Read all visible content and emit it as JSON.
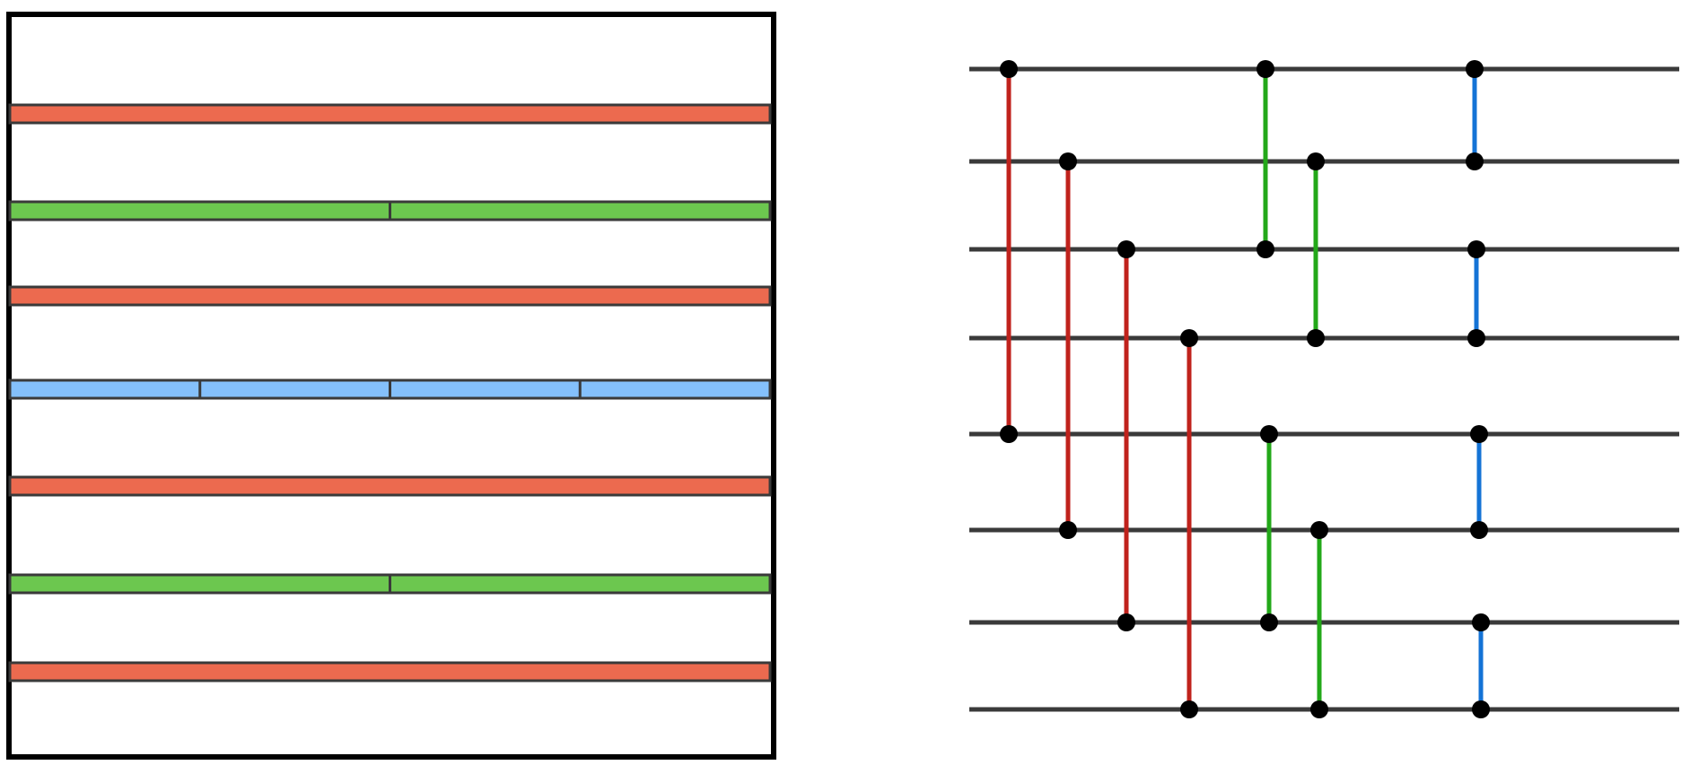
{
  "colors": {
    "frame": "#000000",
    "wire": "#3a3a3a",
    "red_fill": "#ec6a4f",
    "green_fill": "#6cc74f",
    "blue_fill": "#84c0fb",
    "red_link": "#c0221c",
    "green_link": "#23a819",
    "blue_link": "#1473d6",
    "node": "#000000"
  },
  "stripes": [
    {
      "color": "red",
      "segments": 1
    },
    {
      "color": "green",
      "segments": 2
    },
    {
      "color": "red",
      "segments": 1
    },
    {
      "color": "blue",
      "segments": 4
    },
    {
      "color": "red",
      "segments": 1
    },
    {
      "color": "green",
      "segments": 2
    },
    {
      "color": "red",
      "segments": 1
    }
  ],
  "network": {
    "wire_count": 8,
    "connections": [
      {
        "stage": "red",
        "from": 0,
        "to": 4
      },
      {
        "stage": "red",
        "from": 1,
        "to": 5
      },
      {
        "stage": "red",
        "from": 2,
        "to": 6
      },
      {
        "stage": "red",
        "from": 3,
        "to": 7
      },
      {
        "stage": "green",
        "from": 0,
        "to": 2
      },
      {
        "stage": "green",
        "from": 4,
        "to": 6
      },
      {
        "stage": "green",
        "from": 1,
        "to": 3
      },
      {
        "stage": "green",
        "from": 5,
        "to": 7
      },
      {
        "stage": "blue",
        "from": 0,
        "to": 1
      },
      {
        "stage": "blue",
        "from": 2,
        "to": 3
      },
      {
        "stage": "blue",
        "from": 4,
        "to": 5
      },
      {
        "stage": "blue",
        "from": 6,
        "to": 7
      }
    ]
  }
}
